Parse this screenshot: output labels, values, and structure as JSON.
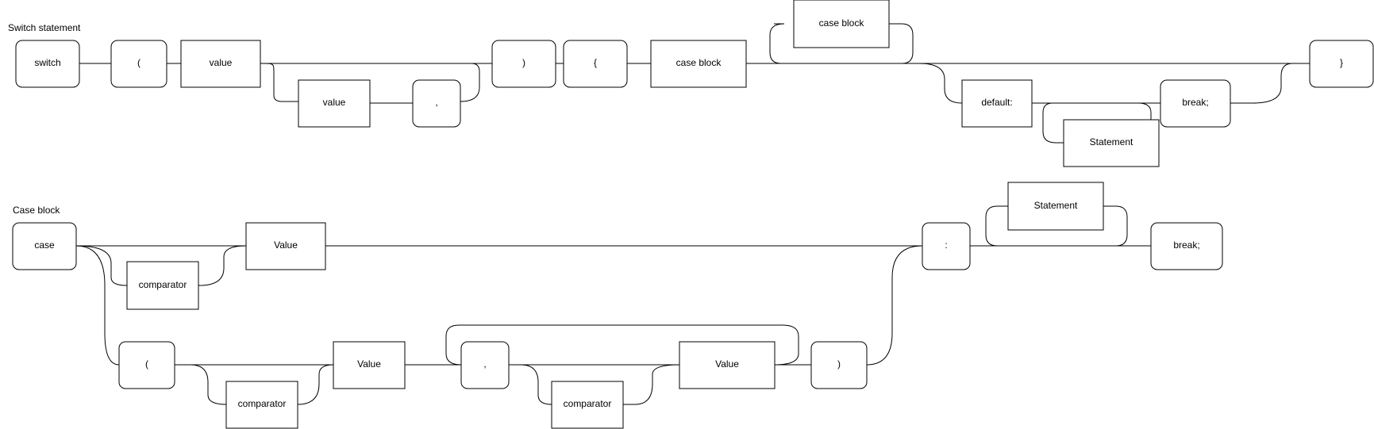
{
  "colors": {
    "background": "#ffffff",
    "stroke": "#000000",
    "node_fill": "#ffffff",
    "text": "#000000"
  },
  "sections": {
    "switch_title": "Switch statement",
    "case_title": "Case block"
  },
  "nodes": {
    "switch_kw": {
      "label": "switch",
      "kind": "terminal"
    },
    "lparen": {
      "label": "(",
      "kind": "terminal"
    },
    "value_first": {
      "label": "value",
      "kind": "nonterminal"
    },
    "value_loop": {
      "label": "value",
      "kind": "nonterminal"
    },
    "comma_loop": {
      "label": ",",
      "kind": "terminal"
    },
    "rparen": {
      "label": ")",
      "kind": "terminal"
    },
    "lbrace": {
      "label": "{",
      "kind": "terminal"
    },
    "case_block_first": {
      "label": "case block",
      "kind": "nonterminal"
    },
    "case_block_loop": {
      "label": "case block",
      "kind": "nonterminal"
    },
    "default_kw": {
      "label": "default:",
      "kind": "nonterminal"
    },
    "default_statement": {
      "label": "Statement",
      "kind": "nonterminal"
    },
    "default_break": {
      "label": "break;",
      "kind": "terminal"
    },
    "rbrace": {
      "label": "}",
      "kind": "terminal"
    },
    "case_kw": {
      "label": "case",
      "kind": "terminal"
    },
    "case_comparator": {
      "label": "comparator",
      "kind": "nonterminal"
    },
    "case_value": {
      "label": "Value",
      "kind": "nonterminal"
    },
    "colon": {
      "label": ":",
      "kind": "terminal"
    },
    "case_statement": {
      "label": "Statement",
      "kind": "nonterminal"
    },
    "case_break": {
      "label": "break;",
      "kind": "terminal"
    },
    "list_lparen": {
      "label": "(",
      "kind": "terminal"
    },
    "list_comparator_1": {
      "label": "comparator",
      "kind": "nonterminal"
    },
    "list_value_1": {
      "label": "Value",
      "kind": "nonterminal"
    },
    "list_comma": {
      "label": ",",
      "kind": "terminal"
    },
    "list_comparator_2": {
      "label": "comparator",
      "kind": "nonterminal"
    },
    "list_value_2": {
      "label": "Value",
      "kind": "nonterminal"
    },
    "list_rparen": {
      "label": ")",
      "kind": "terminal"
    }
  }
}
